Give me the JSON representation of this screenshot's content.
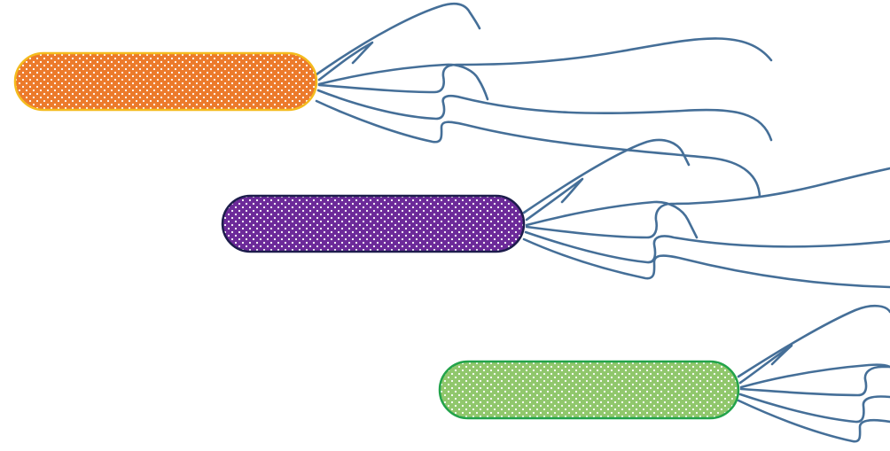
{
  "colors": {
    "flagella": "#456f98",
    "background": "#ffffff"
  },
  "bacteria": [
    {
      "name": "orange-bacterium",
      "fill": "#ec7a2b",
      "stroke": "#f4bb1e",
      "dots": "#ffffff"
    },
    {
      "name": "purple-bacterium",
      "fill": "#6c2a99",
      "stroke": "#1d1d4c",
      "dots": "#ffffff"
    },
    {
      "name": "green-bacterium",
      "fill": "#90c76c",
      "stroke": "#23a34b",
      "dots": "#ffffff"
    }
  ]
}
